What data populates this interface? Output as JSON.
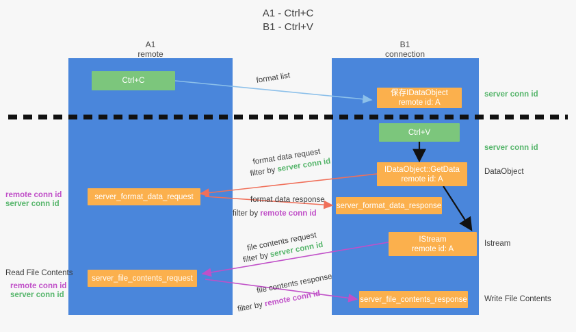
{
  "title": {
    "line1": "A1 - Ctrl+C",
    "line2": "B1 - Ctrl+V"
  },
  "lanes": [
    {
      "name": "A1",
      "sub": "remote"
    },
    {
      "name": "B1",
      "sub": "connection"
    }
  ],
  "boxes": {
    "ctrl_c": {
      "label": "Ctrl+C"
    },
    "ctrl_v": {
      "label": "Ctrl+V"
    },
    "save_dataobject": {
      "label": "保存IDataObject",
      "sub": "remote id: A"
    },
    "getdata": {
      "label": "IDataObject::GetData",
      "sub": "remote id: A"
    },
    "istream": {
      "label": "IStream",
      "sub": "remote id: A"
    },
    "server_format_data_request": {
      "label": "server_format_data_request"
    },
    "server_format_data_response": {
      "label": "server_format_data_response"
    },
    "server_file_contents_request": {
      "label": "server_file_contents_request"
    },
    "server_file_contents_response": {
      "label": "server_file_contents_response"
    }
  },
  "right_labels": {
    "server_conn_id_top": "server conn id",
    "server_conn_id_mid": "server conn id",
    "dataobject": "DataObject",
    "istream": "Istream",
    "write_file_contents": "Write File Contents"
  },
  "left_labels": {
    "remote_conn_id_1": "remote conn id",
    "server_conn_id_1": "server conn id",
    "read_file_contents": "Read File Contents",
    "remote_conn_id_2": "remote conn id",
    "server_conn_id_2": "server conn id"
  },
  "arrow_labels": {
    "format_list": "format list",
    "format_data_request": "format data request",
    "format_data_request_filter_prefix": "filter by ",
    "format_data_request_filter_value": "server conn id",
    "format_data_response": "format data response",
    "format_data_response_filter_prefix": "filter by ",
    "format_data_response_filter_value": "remote conn id",
    "file_contents_request": "file contents request",
    "file_contents_request_filter_prefix": "filter by ",
    "file_contents_request_filter_value": "server conn id",
    "file_contents_response": "file contents response",
    "file_contents_response_filter_prefix": "filter by ",
    "file_contents_response_filter_value": "remote conn id"
  },
  "colors": {
    "lane": "#4a86db",
    "green_box": "#7cc67c",
    "orange_box": "#fbb04d",
    "green_text": "#56b56b",
    "magenta_text": "#c050c8",
    "red_arrow": "#f0705a",
    "blue_arrow": "#8cc0ea",
    "magenta_arrow": "#c050c8",
    "black_arrow": "#111111",
    "background": "#f7f7f7"
  }
}
